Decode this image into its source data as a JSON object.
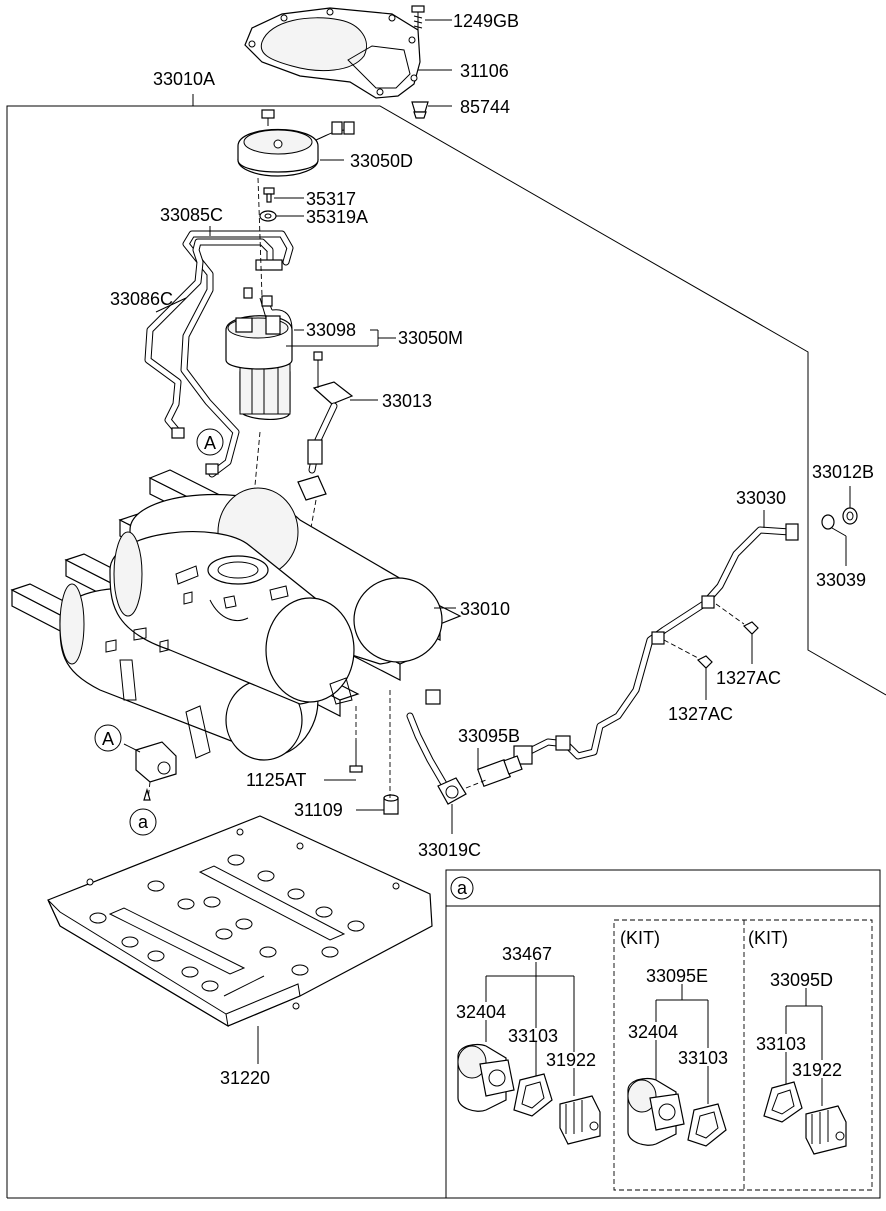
{
  "labels": {
    "p_1249GB": "1249GB",
    "p_31106": "31106",
    "p_85744": "85744",
    "p_33010A": "33010A",
    "p_33050D": "33050D",
    "p_35317": "35317",
    "p_35319A": "35319A",
    "p_33085C": "33085C",
    "p_33086C": "33086C",
    "p_33098": "33098",
    "p_33050M": "33050M",
    "p_33013": "33013",
    "p_33012B": "33012B",
    "p_33039": "33039",
    "p_33030": "33030",
    "p_33010": "33010",
    "p_1327AC_1": "1327AC",
    "p_1327AC_2": "1327AC",
    "p_33095B": "33095B",
    "p_1125AT": "1125AT",
    "p_31109": "31109",
    "p_33019C": "33019C",
    "p_31220": "31220"
  },
  "callouts": {
    "A_upper": "A",
    "A_lower": "A",
    "a_lower": "a"
  },
  "detail": {
    "header": "a",
    "p_33467": "33467",
    "p_32404_left": "32404",
    "p_33103_left": "33103",
    "p_31922_left": "31922",
    "kit1": "(KIT)",
    "p_33095E": "33095E",
    "p_32404_mid": "32404",
    "p_33103_mid": "33103",
    "kit2": "(KIT)",
    "p_33095D": "33095D",
    "p_33103_right": "33103",
    "p_31922_right": "31922"
  }
}
